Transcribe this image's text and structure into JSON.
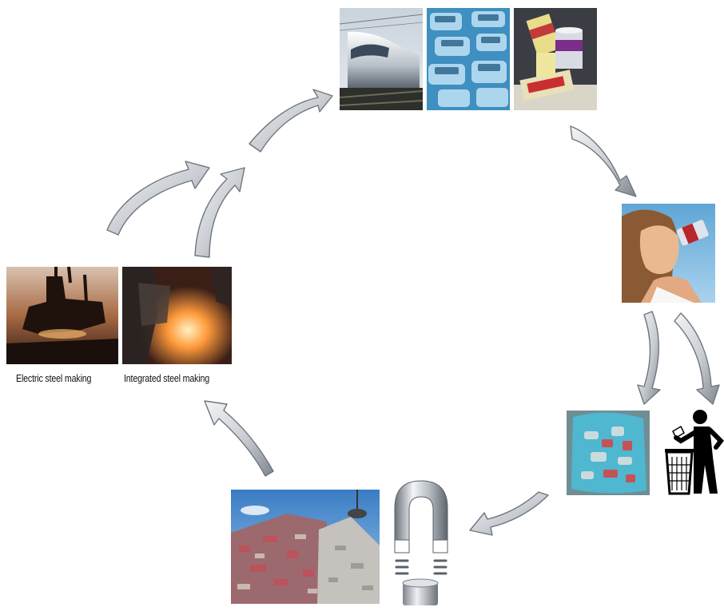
{
  "captions": {
    "electric": "Electric steel making",
    "integrated": "Integrated steel making"
  },
  "images": {
    "train": "high-speed-train-photo",
    "cars": "traffic-cars-photo",
    "cans": "food-cans-photo",
    "drinker": "woman-drinking-from-can-photo",
    "recycling_bag": "recycling-bag-of-cans-photo",
    "litter_bin": "litter-bin-pictogram",
    "scrap": "scrap-bale-and-magnet-crane-photo",
    "magnet": "magnet-separating-can-icon",
    "electric_furnace": "electric-arc-furnace-photo",
    "blast_furnace": "integrated-steel-furnace-photo"
  },
  "colors": {
    "arrow_light": "#f2f3f5",
    "arrow_dark": "#8d949c",
    "molten": "#ff9a3c"
  }
}
